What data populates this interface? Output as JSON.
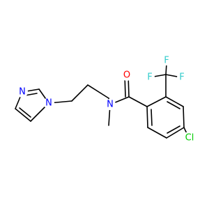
{
  "molecule": {
    "atoms": {
      "n_imidazole_1": {
        "label": "N",
        "color": "#0000ff"
      },
      "n_imidazole_3": {
        "label": "N",
        "color": "#0000ff"
      },
      "n_amide": {
        "label": "N",
        "color": "#0000ff"
      },
      "o_carbonyl": {
        "label": "O",
        "color": "#ff0000"
      },
      "f_1": {
        "label": "F",
        "color": "#33cccc"
      },
      "f_2": {
        "label": "F",
        "color": "#33cccc"
      },
      "f_3": {
        "label": "F",
        "color": "#33cccc"
      },
      "cl": {
        "label": "Cl",
        "color": "#00cc00"
      }
    }
  }
}
